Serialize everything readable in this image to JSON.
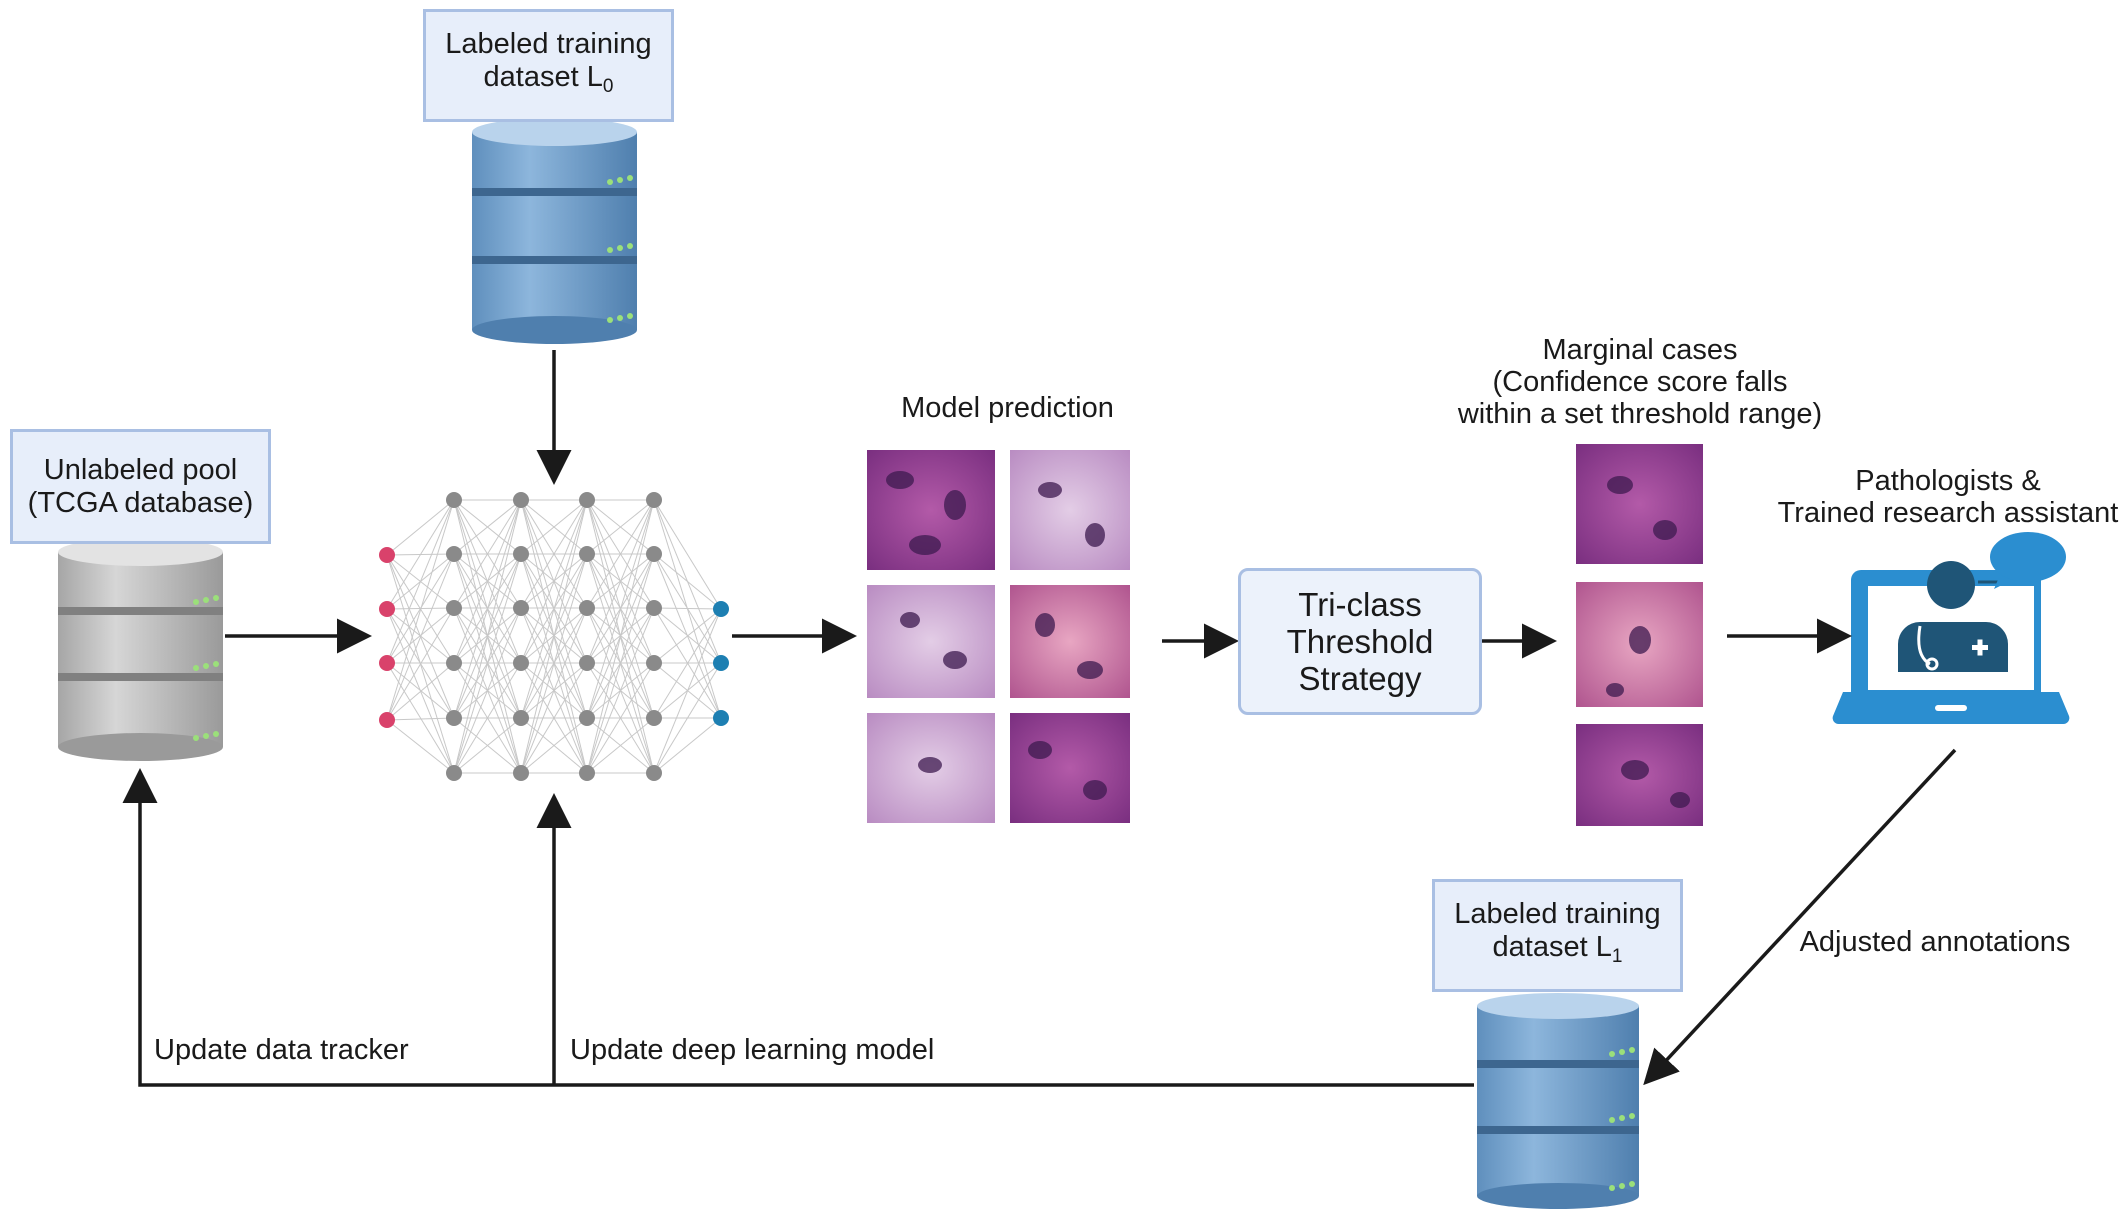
{
  "boxes": {
    "labeled_l0": {
      "line1": "Labeled training",
      "line2": "dataset L",
      "sub": "0"
    },
    "unlabeled_pool": {
      "line1": "Unlabeled pool",
      "line2": "(TCGA database)"
    },
    "tri_class": {
      "line1": "Tri-class",
      "line2": "Threshold",
      "line3": "Strategy"
    },
    "labeled_l1": {
      "line1": "Labeled training",
      "line2": "dataset L",
      "sub": "1"
    }
  },
  "labels": {
    "model_prediction": "Model prediction",
    "marginal_line1": "Marginal cases",
    "marginal_line2": "(Confidence score falls",
    "marginal_line3": "within a set threshold range)",
    "pathologists_line1": "Pathologists &",
    "pathologists_line2": "Trained research assistant",
    "adjusted_annotations": "Adjusted annotations",
    "update_data_tracker": "Update data tracker",
    "update_model": "Update deep learning model"
  },
  "colors": {
    "blue_db": "#6f9cc6",
    "gray_db": "#b9b9b9",
    "nn_input": "#d9426b",
    "nn_hidden": "#8a8a8a",
    "nn_output": "#1d7fb2",
    "laptop": "#2b8ed0",
    "doctor": "#1f5577",
    "arrow": "#1a1a1a",
    "tissue_dark": "#8b3f8e",
    "tissue_light": "#c9a3cf"
  },
  "icons": [
    "database-icon",
    "neural-network-icon",
    "laptop-doctor-icon",
    "chat-bubble-icon"
  ]
}
